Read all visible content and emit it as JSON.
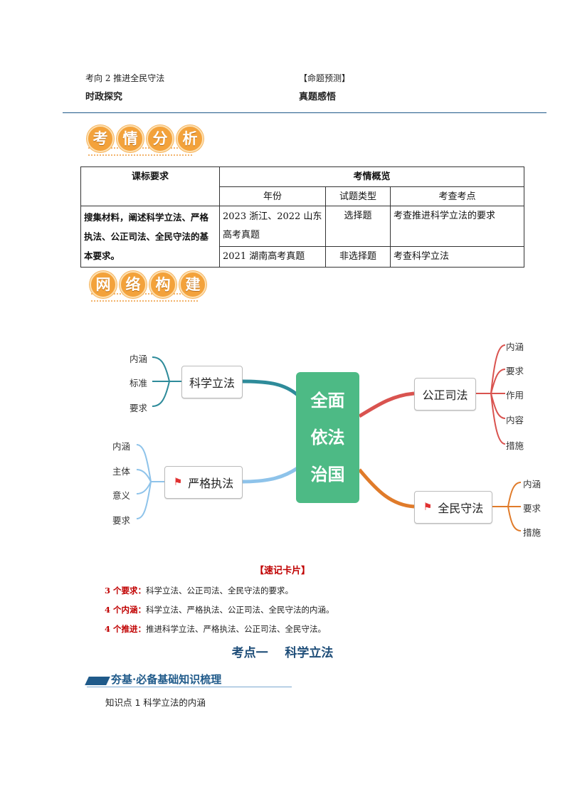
{
  "header": {
    "left_line1": "考向 2  推进全民守法",
    "left_line2": "时政探究",
    "right_line1": "【命题预测】",
    "right_line2": "真题感悟"
  },
  "section1_badges": [
    "考",
    "情",
    "分",
    "析"
  ],
  "table": {
    "col1_header": "课标要求",
    "col2_header": "考情概览",
    "sub_headers": [
      "年份",
      "试题类型",
      "考查考点"
    ],
    "requirement": "搜集材料，阐述科学立法、严格执法、公正司法、全民守法的基本要求。",
    "rows": [
      {
        "year": "2023 浙江、2022 山东高考真题",
        "type": "选择题",
        "point": "考查推进科学立法的要求"
      },
      {
        "year": "2021 湖南高考真题",
        "type": "非选择题",
        "point": "考查科学立法"
      }
    ]
  },
  "section2_badges": [
    "网",
    "络",
    "构",
    "建"
  ],
  "mindmap": {
    "center": [
      "全面",
      "依法",
      "治国"
    ],
    "branches": {
      "kexue": {
        "label": "科学立法",
        "leaves": [
          "内涵",
          "标准",
          "要求"
        ],
        "color": "#2e8b9a"
      },
      "yange": {
        "label": "严格执法",
        "leaves": [
          "内涵",
          "主体",
          "意义",
          "要求"
        ],
        "color": "#8ec3ea"
      },
      "gongzheng": {
        "label": "公正司法",
        "leaves": [
          "内涵",
          "要求",
          "作用",
          "内容",
          "措施"
        ],
        "color": "#d9534f"
      },
      "quanmin": {
        "label": "全民守法",
        "leaves": [
          "内涵",
          "要求",
          "措施"
        ],
        "color": "#e07b2a"
      }
    }
  },
  "card": {
    "title": "【速记卡片】",
    "lines": [
      {
        "key": "3 个要求：",
        "text": "科学立法、公正司法、全民守法的要求。"
      },
      {
        "key": "4 个内涵：",
        "text": "科学立法、严格执法、公正司法、全民守法的内涵。"
      },
      {
        "key": "4 个推进：",
        "text": "推进科学立法、严格执法、公正司法、全民守法。"
      }
    ]
  },
  "kaodian_title": "考点一    科学立法",
  "section_title": "夯基·必备基础知识梳理",
  "knowledge_point": "知识点 1  科学立法的内涵"
}
